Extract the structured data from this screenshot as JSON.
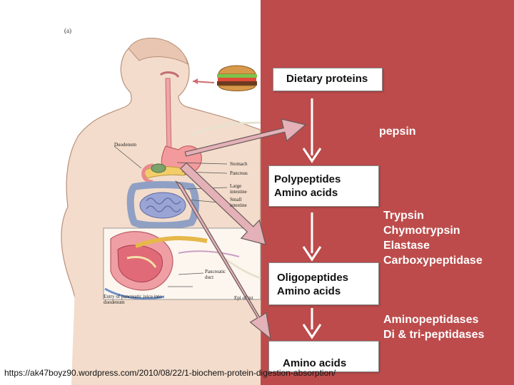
{
  "figure": {
    "panel_label": "(a)",
    "anatomy_labels": {
      "duodenum": "Duodenum",
      "stomach": "Stomach",
      "pancreas": "Pancreas",
      "large_intestine": "Large intestine",
      "small_intestine": "Small intestine",
      "pancreatic_duct": "Pancreatic duct",
      "entry": "Entry of pancreatic juice into duodenum",
      "epi": "Epi of int"
    }
  },
  "flow": {
    "boxes": [
      "Dietary proteins",
      "Polypeptides\nAmino acids",
      "Oligopeptides\nAmino acids",
      "Amino acids"
    ],
    "enzymes": {
      "stage1": [
        "pepsin"
      ],
      "stage2": [
        "Trypsin",
        "Chymotrypsin",
        "Elastase",
        "Carboxypeptidase"
      ],
      "stage3": [
        "Aminopeptidases",
        "Di & tri-peptidases"
      ]
    }
  },
  "source_url": "https://ak47boyz90.wordpress.com/2010/08/22/1-biochem-protein-digestion-absorption/",
  "colors": {
    "panel": "#bd4b4b",
    "arrow_fill": "#e3b1b7",
    "arrow_stroke": "#6a5a5a",
    "down_arrow": "#ffffff"
  }
}
